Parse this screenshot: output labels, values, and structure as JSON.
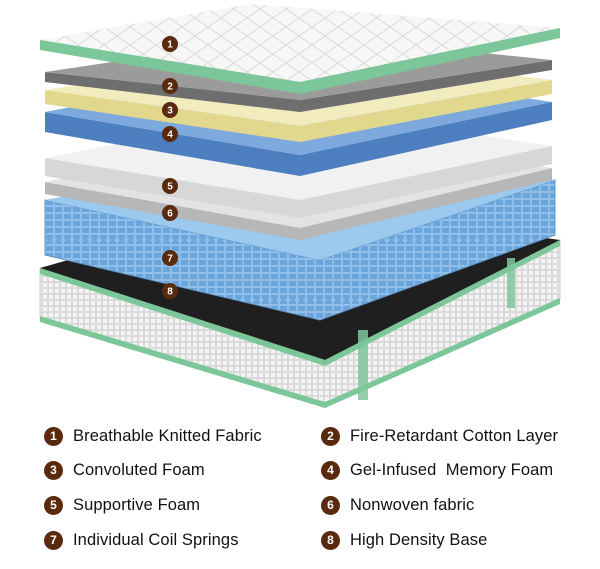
{
  "layers": [
    {
      "number": "1",
      "label": "Breathable Knitted Fabric"
    },
    {
      "number": "2",
      "label": "Fire-Retardant Cotton Layer"
    },
    {
      "number": "3",
      "label": "Convoluted Foam"
    },
    {
      "number": "4",
      "label": "Gel-Infused  Memory Foam"
    },
    {
      "number": "5",
      "label": "Supportive Foam"
    },
    {
      "number": "6",
      "label": "Nonwoven fabric"
    },
    {
      "number": "7",
      "label": "Individual Coil Springs"
    },
    {
      "number": "8",
      "label": "High Density Base"
    }
  ],
  "colors": {
    "badge": "#5a2a0e",
    "trim": "#7cc79a",
    "memory_foam": "#6f9fd6",
    "convoluted_foam": "#eee6a6",
    "coil_springs": "#7fb5e6"
  }
}
